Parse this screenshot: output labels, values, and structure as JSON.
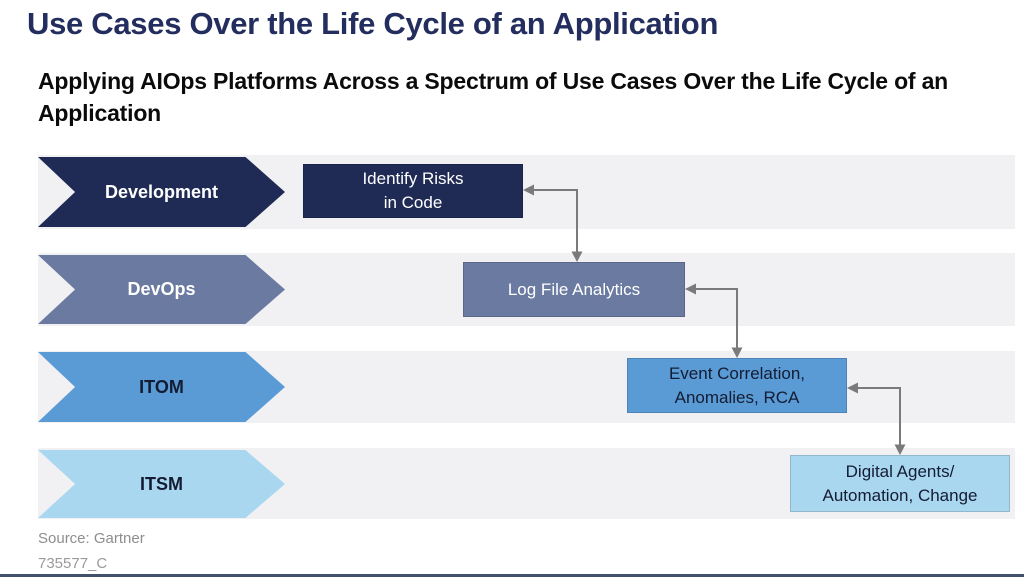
{
  "title": "Use Cases Over the Life Cycle of an Application",
  "subtitle": "Applying AIOps Platforms Across a Spectrum of Use Cases Over the Life Cycle of an Application",
  "footer": {
    "source": "Source: Gartner",
    "doc_id": "735577_C"
  },
  "colors": {
    "title": "#232d5e",
    "subtitle_text": "#0b0b0b",
    "row_band": "#f1f1f4",
    "connector": "#7a7a7a",
    "source_text": "#8e8e8e",
    "doc_id_text": "#9a9a9a",
    "bottom_bar": "#43506b"
  },
  "rows": [
    {
      "stage": "Development",
      "arrow_color": "#1f2b55",
      "stage_text_color": "#ffffff",
      "box_label": "Identify Risks\nin Code",
      "box_color": "#1f2b55",
      "box_text_color": "#ffffff"
    },
    {
      "stage": "DevOps",
      "arrow_color": "#6b7aa1",
      "stage_text_color": "#ffffff",
      "box_label": "Log File Analytics",
      "box_color": "#6b7aa1",
      "box_text_color": "#ffffff"
    },
    {
      "stage": "ITOM",
      "arrow_color": "#5b9bd5",
      "stage_text_color": "#131c33",
      "box_label": "Event Correlation,\nAnomalies, RCA",
      "box_color": "#5b9bd5",
      "box_text_color": "#131c33"
    },
    {
      "stage": "ITSM",
      "arrow_color": "#aad7f0",
      "stage_text_color": "#131c33",
      "box_label": "Digital Agents/\nAutomation, Change",
      "box_color": "#aad7f0",
      "box_text_color": "#131c33"
    }
  ]
}
